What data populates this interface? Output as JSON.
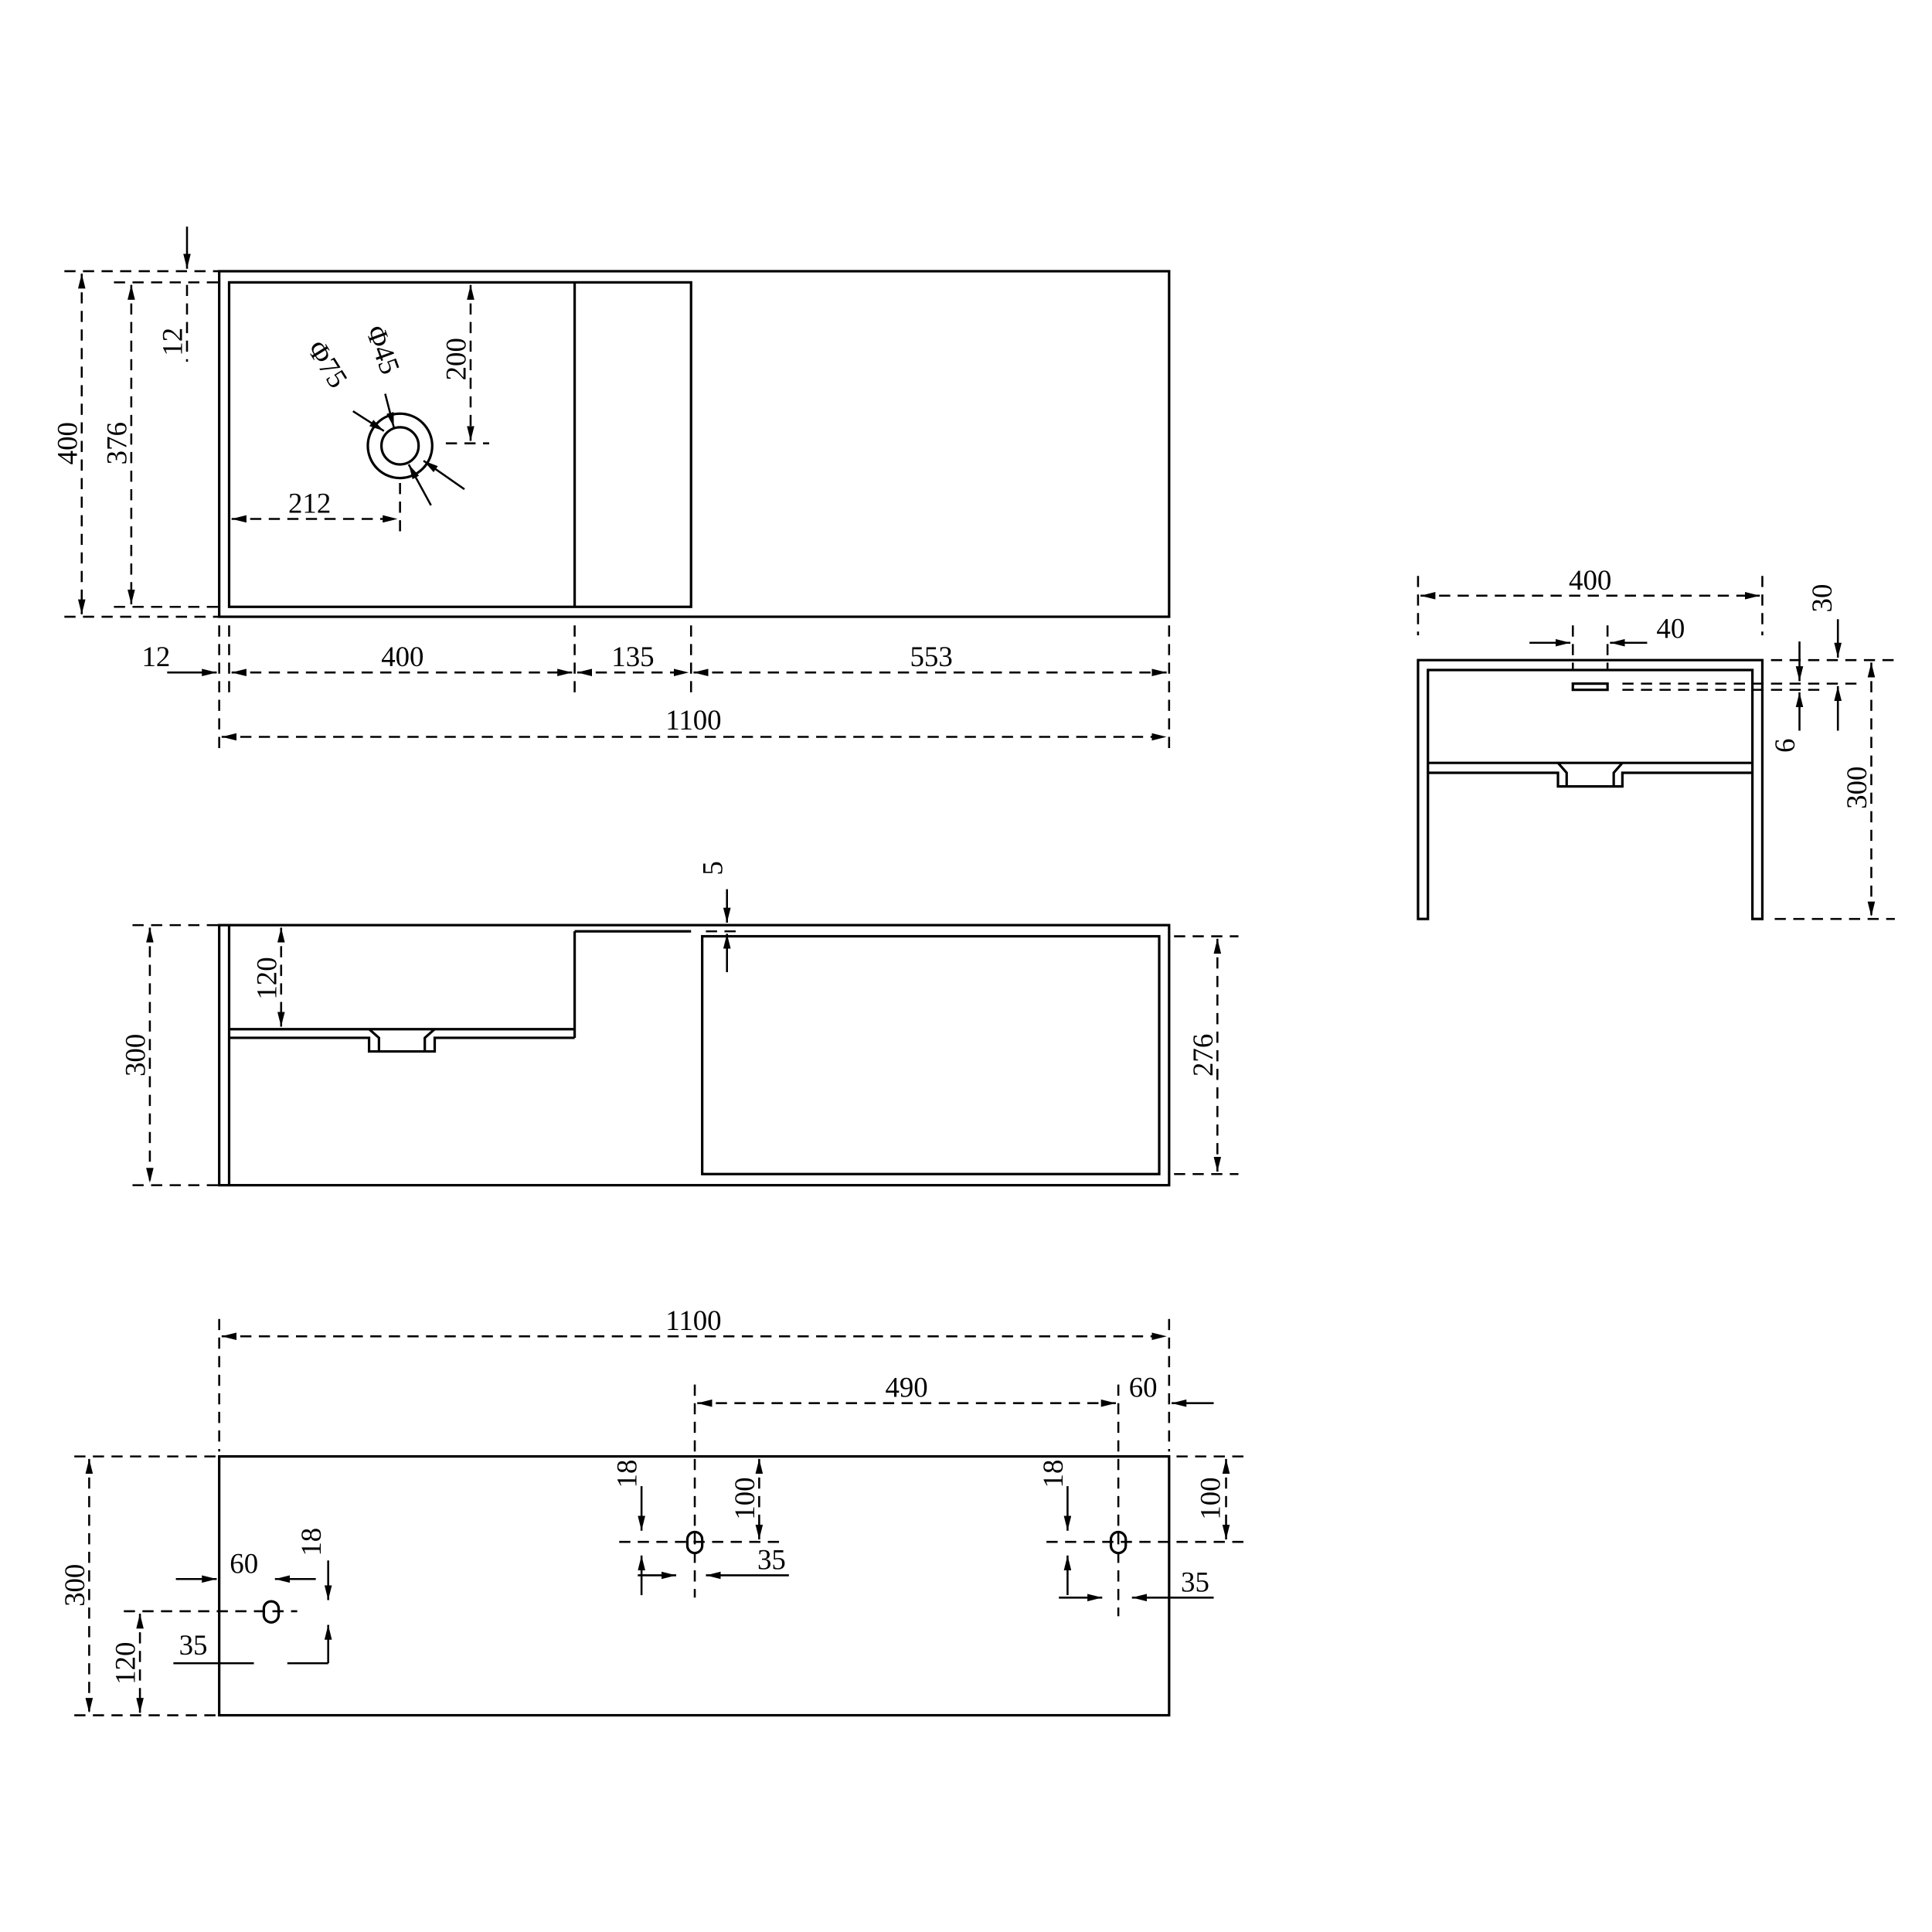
{
  "line_color": "#000000",
  "background": "#ffffff",
  "top_view": {
    "width_total": "1100",
    "depth_total": "400",
    "basin_depth": "376",
    "rim": "12",
    "rim_left": "12",
    "basin_width": "400",
    "shelf_width": "135",
    "right_width": "553",
    "drain_to_back": "200",
    "drain_from_left": "212",
    "drain_outer_dia": "Φ75",
    "drain_inner_dia": "Φ45"
  },
  "front_view": {
    "height": "300",
    "basin_depth": "120",
    "step": "5",
    "cabinet_height": "276"
  },
  "side_view": {
    "depth": "400",
    "slot_width": "40",
    "slot_from_top": "30",
    "slot_height": "6",
    "height": "300"
  },
  "back_view": {
    "width": "1100",
    "hole_spacing": "490",
    "hole_right_offset": "60",
    "hole_height_a": "18",
    "hole_height_b": "18",
    "hole_height_c": "18",
    "hole_from_top_a": "100",
    "hole_from_top_b": "100",
    "hole_width_a": "35",
    "hole_width_b": "35",
    "hole_width_c": "35",
    "hole_left_offset": "60",
    "height": "300",
    "hole_from_bottom": "120"
  }
}
